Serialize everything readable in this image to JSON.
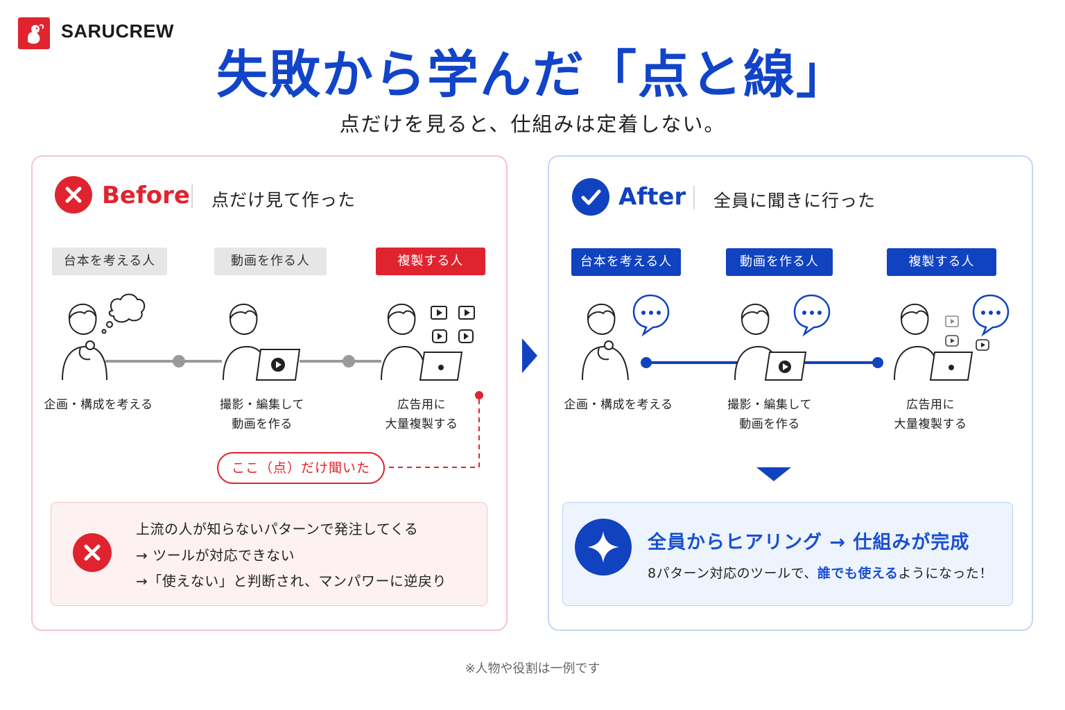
{
  "brand": {
    "name": "SARUCREW",
    "color": "#e0242f"
  },
  "title": "失敗から学んだ「点と線」",
  "subtitle": "点だけを見ると、仕組みは定着しない。",
  "before": {
    "label": "Before",
    "description": "点だけ見て作った",
    "status_icon": "cross-icon",
    "accent": "#e0242f",
    "roles": [
      {
        "tag": "台本を考える人",
        "desc_lines": [
          "企画・構成を考える"
        ]
      },
      {
        "tag": "動画を作る人",
        "desc_lines": [
          "撮影・編集して",
          "動画を作る"
        ]
      },
      {
        "tag": "複製する人",
        "desc_lines": [
          "広告用に",
          "大量複製する"
        ],
        "highlighted": true
      }
    ],
    "callout": "ここ（点）だけ聞いた",
    "result_lines": [
      "上流の人が知らないパターンで発注してくる",
      "→ ツールが対応できない",
      "→「使えない」と判断され、マンパワーに逆戻り"
    ]
  },
  "after": {
    "label": "After",
    "description": "全員に聞きに行った",
    "status_icon": "check-icon",
    "accent": "#1142c0",
    "roles": [
      {
        "tag": "台本を考える人",
        "desc_lines": [
          "企画・構成を考える"
        ]
      },
      {
        "tag": "動画を作る人",
        "desc_lines": [
          "撮影・編集して",
          "動画を作る"
        ]
      },
      {
        "tag": "複製する人",
        "desc_lines": [
          "広告用に",
          "大量複製する"
        ]
      }
    ],
    "result": {
      "headline": "全員からヒアリング → 仕組みが完成",
      "sub_prefix": "8パターン対応のツールで、",
      "sub_highlight": "誰でも使える",
      "sub_suffix": "ようになった！"
    }
  },
  "footnote": "※人物や役割は一例です"
}
